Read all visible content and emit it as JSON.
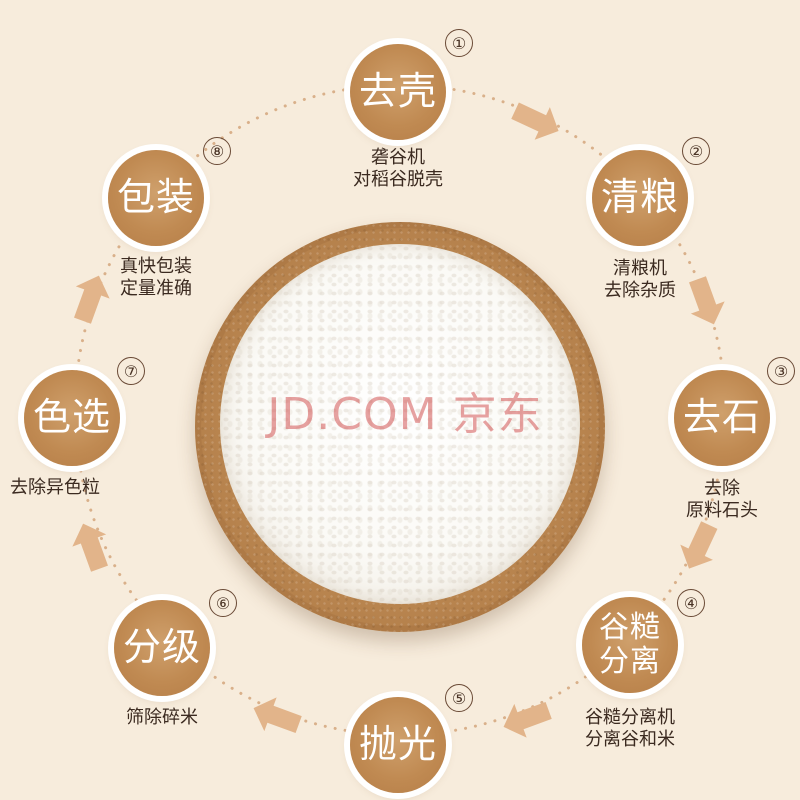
{
  "steps": [
    {
      "num": "①",
      "title": "去壳",
      "desc": "砻谷机\n对稻谷脱壳"
    },
    {
      "num": "②",
      "title": "清粮",
      "desc": "清粮机\n去除杂质"
    },
    {
      "num": "③",
      "title": "去石",
      "desc": "去除\n原料石头"
    },
    {
      "num": "④",
      "title": "谷糙\n分离",
      "desc": "谷糙分离机\n分离谷和米"
    },
    {
      "num": "⑤",
      "title": "抛光",
      "desc": ""
    },
    {
      "num": "⑥",
      "title": "分级",
      "desc": "筛除碎米"
    },
    {
      "num": "⑦",
      "title": "色选",
      "desc": "去除异色粒"
    },
    {
      "num": "⑧",
      "title": "包装",
      "desc": "真快包装\n定量准确"
    }
  ],
  "watermark": "JD.COM 京东",
  "colors": {
    "background": "#f7ecdc",
    "step_circle": "#c08a52",
    "arrow": "#e2b48a",
    "dots": "#d9b08a"
  },
  "icons": {
    "arrow": "chevron-arrow-icon"
  }
}
